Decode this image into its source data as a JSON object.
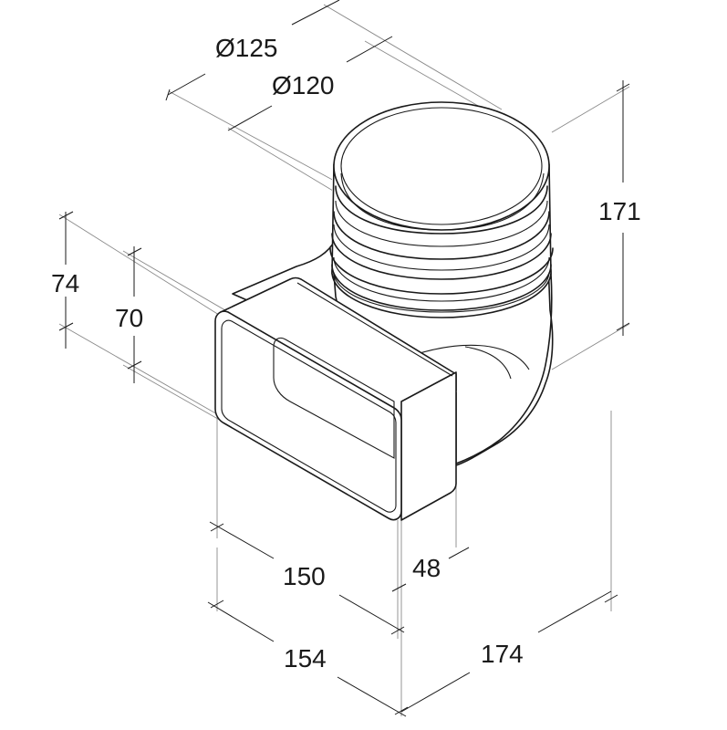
{
  "labels": {
    "dia_125": "Ø125",
    "dia_120": "Ø120",
    "height_171": "171",
    "height_74": "74",
    "height_70": "70",
    "width_150": "150",
    "width_154": "154",
    "depth_48": "48",
    "depth_174": "174"
  }
}
